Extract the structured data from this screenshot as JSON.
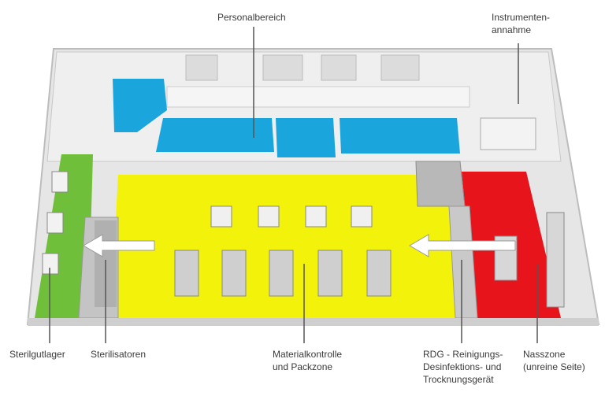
{
  "labels": {
    "personalbereich": "Personalbereich",
    "instrumentenannahme_l1": "Instrumenten-",
    "instrumentenannahme_l2": "annahme",
    "sterilgutlager": "Sterilgutlager",
    "sterilisatoren": "Sterilisatoren",
    "materialkontrolle_l1": "Materialkontrolle",
    "materialkontrolle_l2": "und Packzone",
    "rdg_l1": "RDG - Reinigungs-",
    "rdg_l2": "Desinfektions- und",
    "rdg_l3": "Trocknungsgerät",
    "nasszone_l1": "Nasszone",
    "nasszone_l2": "(unreine Seite)"
  },
  "colors": {
    "sterile_zone": "#6fbf3a",
    "packing_zone": "#f2f20a",
    "wet_zone": "#e8141c",
    "staff_area": "#1aa6dc",
    "walls": "#d8d8d8",
    "label_line": "#555555"
  }
}
